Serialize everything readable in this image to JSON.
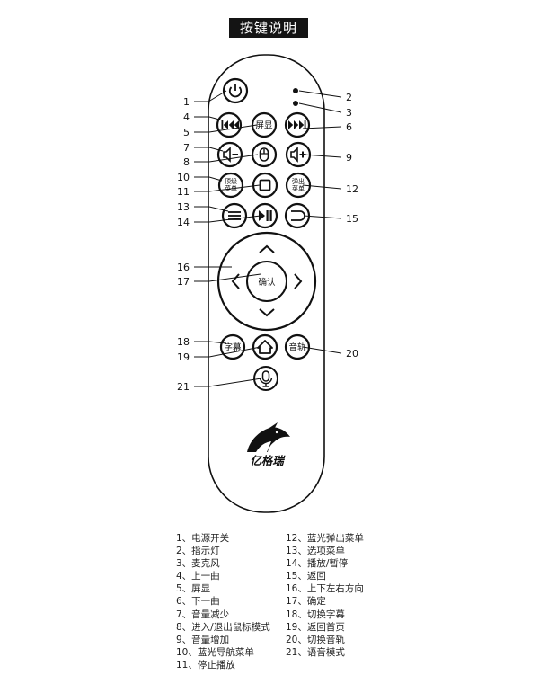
{
  "title": "按键说明",
  "brand": "亿格瑞",
  "buttons": {
    "screen_display": "屏显",
    "confirm": "确认",
    "bluray_nav_menu_top": "顶级",
    "bluray_nav_menu_bottom": "菜单",
    "bluray_popup_menu_top": "弹出",
    "bluray_popup_menu_bottom": "菜单",
    "subtitle": "字幕",
    "audio_track": "音轨"
  },
  "callouts": [
    "1",
    "2",
    "3",
    "4",
    "5",
    "6",
    "7",
    "8",
    "9",
    "10",
    "11",
    "12",
    "13",
    "14",
    "15",
    "16",
    "17",
    "18",
    "19",
    "20",
    "21"
  ],
  "legend_left": [
    "1、电源开关",
    "2、指示灯",
    "3、麦克风",
    "4、上一曲",
    "5、屏显",
    "6、下一曲",
    "7、音量减少",
    "8、进入/退出鼠标模式",
    "9、音量增加",
    "10、蓝光导航菜单",
    "11、停止播放"
  ],
  "legend_right": [
    "12、蓝光弹出菜单",
    "13、选项菜单",
    "14、播放/暂停",
    "15、返回",
    "16、上下左右方向",
    "17、确定",
    "18、切换字幕",
    "19、返回首页",
    "20、切换音轨",
    "21、语音模式"
  ],
  "colors": {
    "ink": "#111111",
    "badge": "#141414",
    "paper": "#ffffff"
  }
}
